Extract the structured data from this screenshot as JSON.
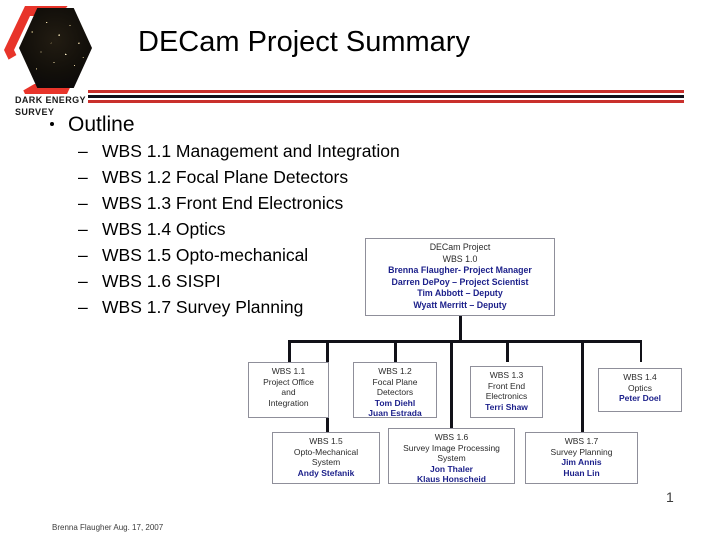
{
  "logo": {
    "name": "dark-energy-survey-logo",
    "line1": "DARK ENERGY",
    "line2": "SURVEY",
    "hex_red": "#E8342A"
  },
  "title": "DECam Project Summary",
  "rules": {
    "red": "#C9302C",
    "black": "#10101A"
  },
  "outline": {
    "heading": "Outline",
    "dash": "–",
    "items": [
      "WBS 1.1 Management and Integration",
      "WBS 1.2 Focal Plane Detectors",
      "WBS 1.3 Front End Electronics",
      "WBS 1.4 Optics",
      "WBS 1.5 Opto-mechanical",
      "WBS 1.6 SISPI",
      "WBS 1.7 Survey Planning"
    ]
  },
  "orgchart": {
    "name_color": "#1B1F8A",
    "root": {
      "title1": "DECam Project",
      "title2": "WBS 1.0",
      "people": [
        "Brenna Flaugher- Project Manager",
        "Darren DePoy – Project Scientist",
        "Tim Abbott – Deputy",
        "Wyatt Merritt – Deputy"
      ]
    },
    "nodes": [
      {
        "id": "wbs-1-1",
        "lines": [
          "WBS 1.1",
          "Project Office",
          "and",
          "Integration"
        ],
        "people": []
      },
      {
        "id": "wbs-1-2",
        "lines": [
          "WBS 1.2",
          "Focal Plane",
          "Detectors"
        ],
        "people": [
          "Tom Diehl",
          "Juan Estrada"
        ]
      },
      {
        "id": "wbs-1-3",
        "lines": [
          "WBS 1.3",
          "Front End",
          "Electronics"
        ],
        "people": [
          "Terri Shaw"
        ]
      },
      {
        "id": "wbs-1-4",
        "lines": [
          "WBS 1.4",
          "Optics"
        ],
        "people": [
          "Peter Doel"
        ]
      },
      {
        "id": "wbs-1-5",
        "lines": [
          "WBS 1.5",
          "Opto-Mechanical",
          "System"
        ],
        "people": [
          "Andy Stefanik"
        ]
      },
      {
        "id": "wbs-1-6",
        "lines": [
          "WBS 1.6",
          "Survey Image Processing",
          "System"
        ],
        "people": [
          "Jon Thaler",
          "Klaus Honscheid"
        ]
      },
      {
        "id": "wbs-1-7",
        "lines": [
          "WBS 1.7",
          "Survey Planning"
        ],
        "people": [
          "Jim Annis",
          "Huan Lin"
        ]
      }
    ]
  },
  "footer": {
    "credit": "Brenna Flaugher  Aug. 17, 2007",
    "page_number": "1"
  }
}
